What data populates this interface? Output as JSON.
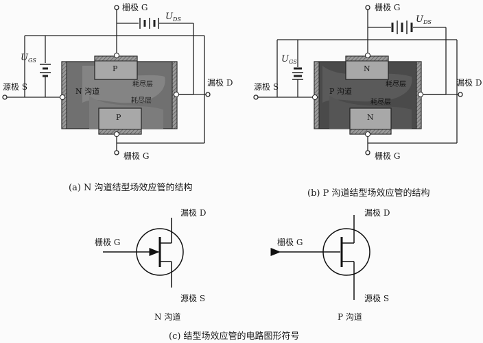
{
  "panel_a": {
    "gate_top": "栅极 G",
    "gate_bottom": "栅极 G",
    "source": "源极 S",
    "drain": "漏极 D",
    "uds_main": "U",
    "uds_sub": "DS",
    "ugs_main": "U",
    "ugs_sub": "GS",
    "gate_region": "P",
    "channel": "N 沟道",
    "depletion": "耗尽层",
    "caption": "(a) N 沟道结型场效应管的结构"
  },
  "panel_b": {
    "gate_top": "栅极 G",
    "gate_bottom": "栅极 G",
    "source": "源极 S",
    "drain": "漏极 D",
    "uds_main": "U",
    "uds_sub": "DS",
    "ugs_main": "U",
    "ugs_sub": "GS",
    "gate_region": "N",
    "channel": "P 沟道",
    "depletion": "耗尽层",
    "caption": "(b) P 沟道结型场效应管的结构"
  },
  "symbols": {
    "n": {
      "gate": "栅极 G",
      "drain": "漏极 D",
      "source": "源极 S",
      "name": "N 沟道"
    },
    "p": {
      "gate": "栅极 G",
      "drain": "漏极 D",
      "source": "源极 S",
      "name": "P 沟道"
    },
    "caption": "(c) 结型场效应管的电路图形符号"
  }
}
